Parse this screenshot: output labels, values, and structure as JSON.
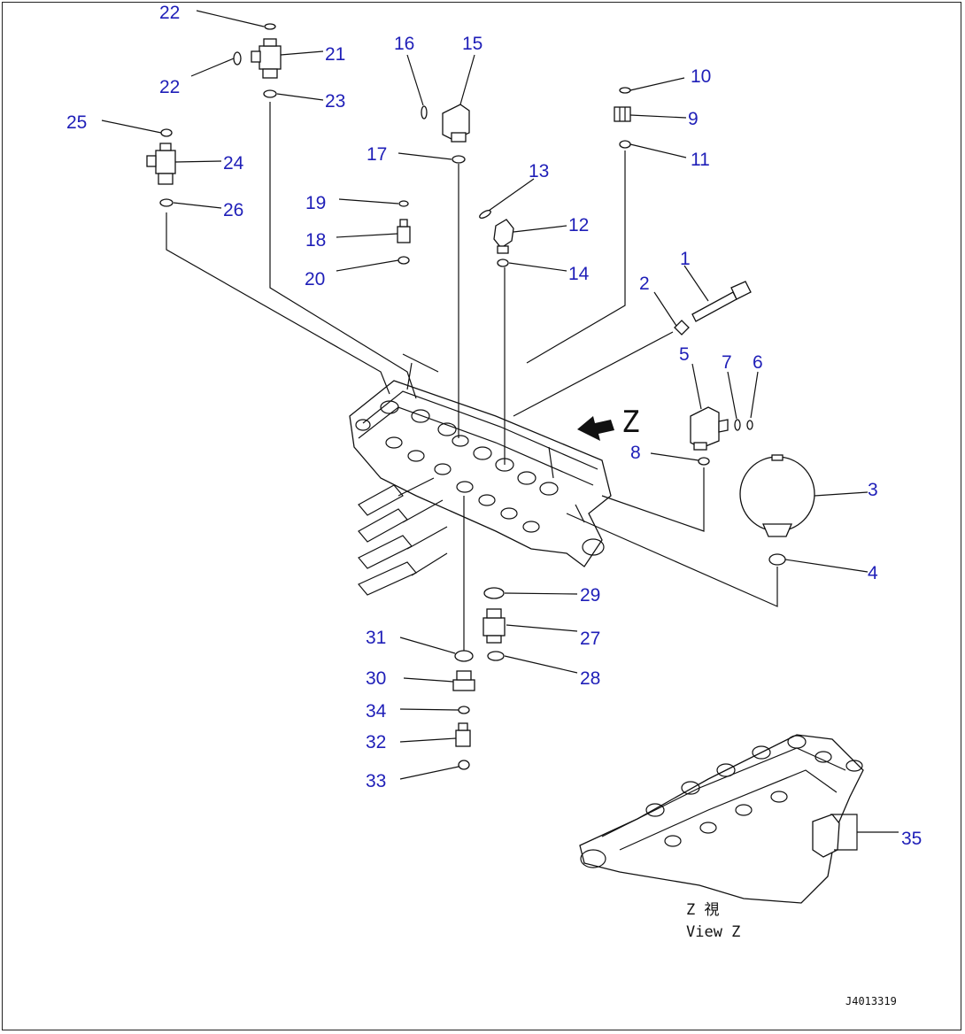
{
  "diagram": {
    "callouts": [
      "1",
      "2",
      "3",
      "4",
      "5",
      "6",
      "7",
      "8",
      "9",
      "10",
      "11",
      "12",
      "13",
      "14",
      "15",
      "16",
      "17",
      "18",
      "19",
      "20",
      "21",
      "22",
      "22",
      "23",
      "24",
      "25",
      "26",
      "27",
      "28",
      "29",
      "30",
      "31",
      "32",
      "33",
      "34",
      "35"
    ],
    "view_label_symbol": "Z",
    "view_caption_jp": "Z 視",
    "view_caption_en": "View Z",
    "drawing_id": "J4013319",
    "arrow_label": "Z"
  }
}
